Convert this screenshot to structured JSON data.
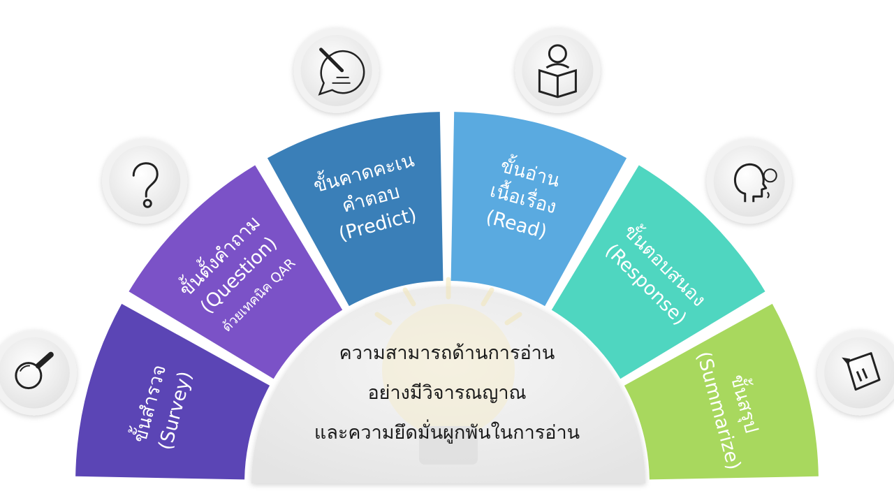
{
  "center": {
    "line1": "ความสามารถด้านการอ่าน",
    "line2": "อย่างมีวิจารณญาณ",
    "line3": "และความยึดมั่นผูกพันในการอ่าน"
  },
  "colors": {
    "survey": "#5B45B5",
    "question": "#7B52C7",
    "predict": "#3A7FB8",
    "read": "#5AAAE0",
    "response": "#4FD6C0",
    "summarize": "#A8D85E"
  },
  "segments": [
    {
      "id": "survey",
      "lines": [
        "ขั้นสำรวจ",
        "(Survey)"
      ],
      "icon": "magnifier-icon"
    },
    {
      "id": "question",
      "lines": [
        "ขั้นตั้งคำถาม",
        "(Question)",
        "ด้วยเทคนิค QAR"
      ],
      "icon": "question-mark-icon"
    },
    {
      "id": "predict",
      "lines": [
        "ขั้นคาดคะเน",
        "คำตอบ",
        "(Predict)"
      ],
      "icon": "pen-speech-bubble-icon"
    },
    {
      "id": "read",
      "lines": [
        "ขั้นอ่าน",
        "เนื้อเรื่อง",
        "(Read)"
      ],
      "icon": "person-reading-icon"
    },
    {
      "id": "response",
      "lines": [
        "ขั้นตอบสนอง",
        "(Response)"
      ],
      "icon": "speaking-head-icon"
    },
    {
      "id": "summarize",
      "lines": [
        "ขั้นสรุป",
        "(Summarize)"
      ],
      "icon": "notepad-icon"
    }
  ]
}
